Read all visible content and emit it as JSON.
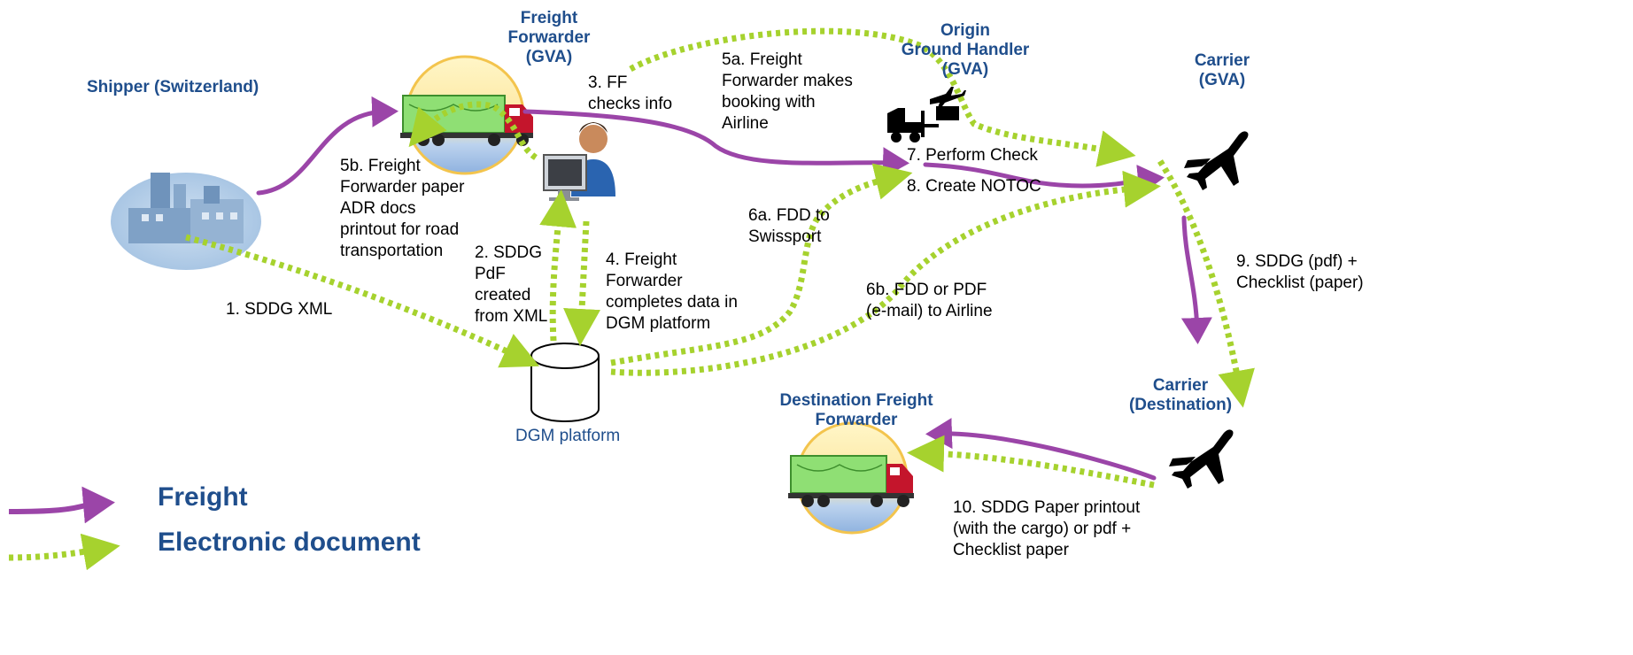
{
  "colors": {
    "freight": "#9b45a8",
    "electronic": "#a6d22e",
    "actor_text": "#1f4e8c",
    "step_text": "#000000"
  },
  "actors": {
    "shipper": "Shipper (Switzerland)",
    "freight_forwarder": [
      "Freight",
      "Forwarder",
      "(GVA)"
    ],
    "origin_ground_handler": [
      "Origin",
      "Ground Handler",
      "(GVA)"
    ],
    "carrier_gva": [
      "Carrier",
      "(GVA)"
    ],
    "carrier_destination": [
      "Carrier",
      "(Destination)"
    ],
    "destination_freight_forwarder": [
      "Destination Freight",
      "Forwarder"
    ]
  },
  "platform_label": "DGM platform",
  "steps": {
    "s1": [
      "1. SDDG XML"
    ],
    "s2": [
      "2. SDDG",
      "PdF",
      "created",
      "from XML"
    ],
    "s3": [
      "3. FF",
      "checks info"
    ],
    "s4": [
      "4. Freight",
      "Forwarder",
      "completes data in",
      "DGM platform"
    ],
    "s5a": [
      "5a. Freight",
      "Forwarder makes",
      "booking with",
      "Airline"
    ],
    "s5b": [
      "5b. Freight",
      "Forwarder paper",
      "ADR docs",
      "printout for road",
      "transportation"
    ],
    "s6a": [
      "6a. FDD to",
      "Swissport"
    ],
    "s6b": [
      "6b. FDD or PDF",
      "(e-mail) to Airline"
    ],
    "s7": [
      "7. Perform Check"
    ],
    "s8": [
      "8. Create NOTOC"
    ],
    "s9": [
      "9. SDDG (pdf) +",
      "Checklist (paper)"
    ],
    "s10": [
      "10. SDDG Paper printout",
      "(with the cargo) or pdf +",
      "Checklist paper"
    ]
  },
  "legend": {
    "freight": "Freight",
    "electronic": "Electronic document"
  },
  "icons": {
    "shipper": "factory-icon",
    "freight_forwarder_truck": "truck-icon",
    "freight_forwarder_person": "computer-operator-icon",
    "ground_handler": "forklift-icon",
    "carrier": "airplane-icon",
    "platform": "database-icon",
    "destination_truck": "truck-icon"
  }
}
